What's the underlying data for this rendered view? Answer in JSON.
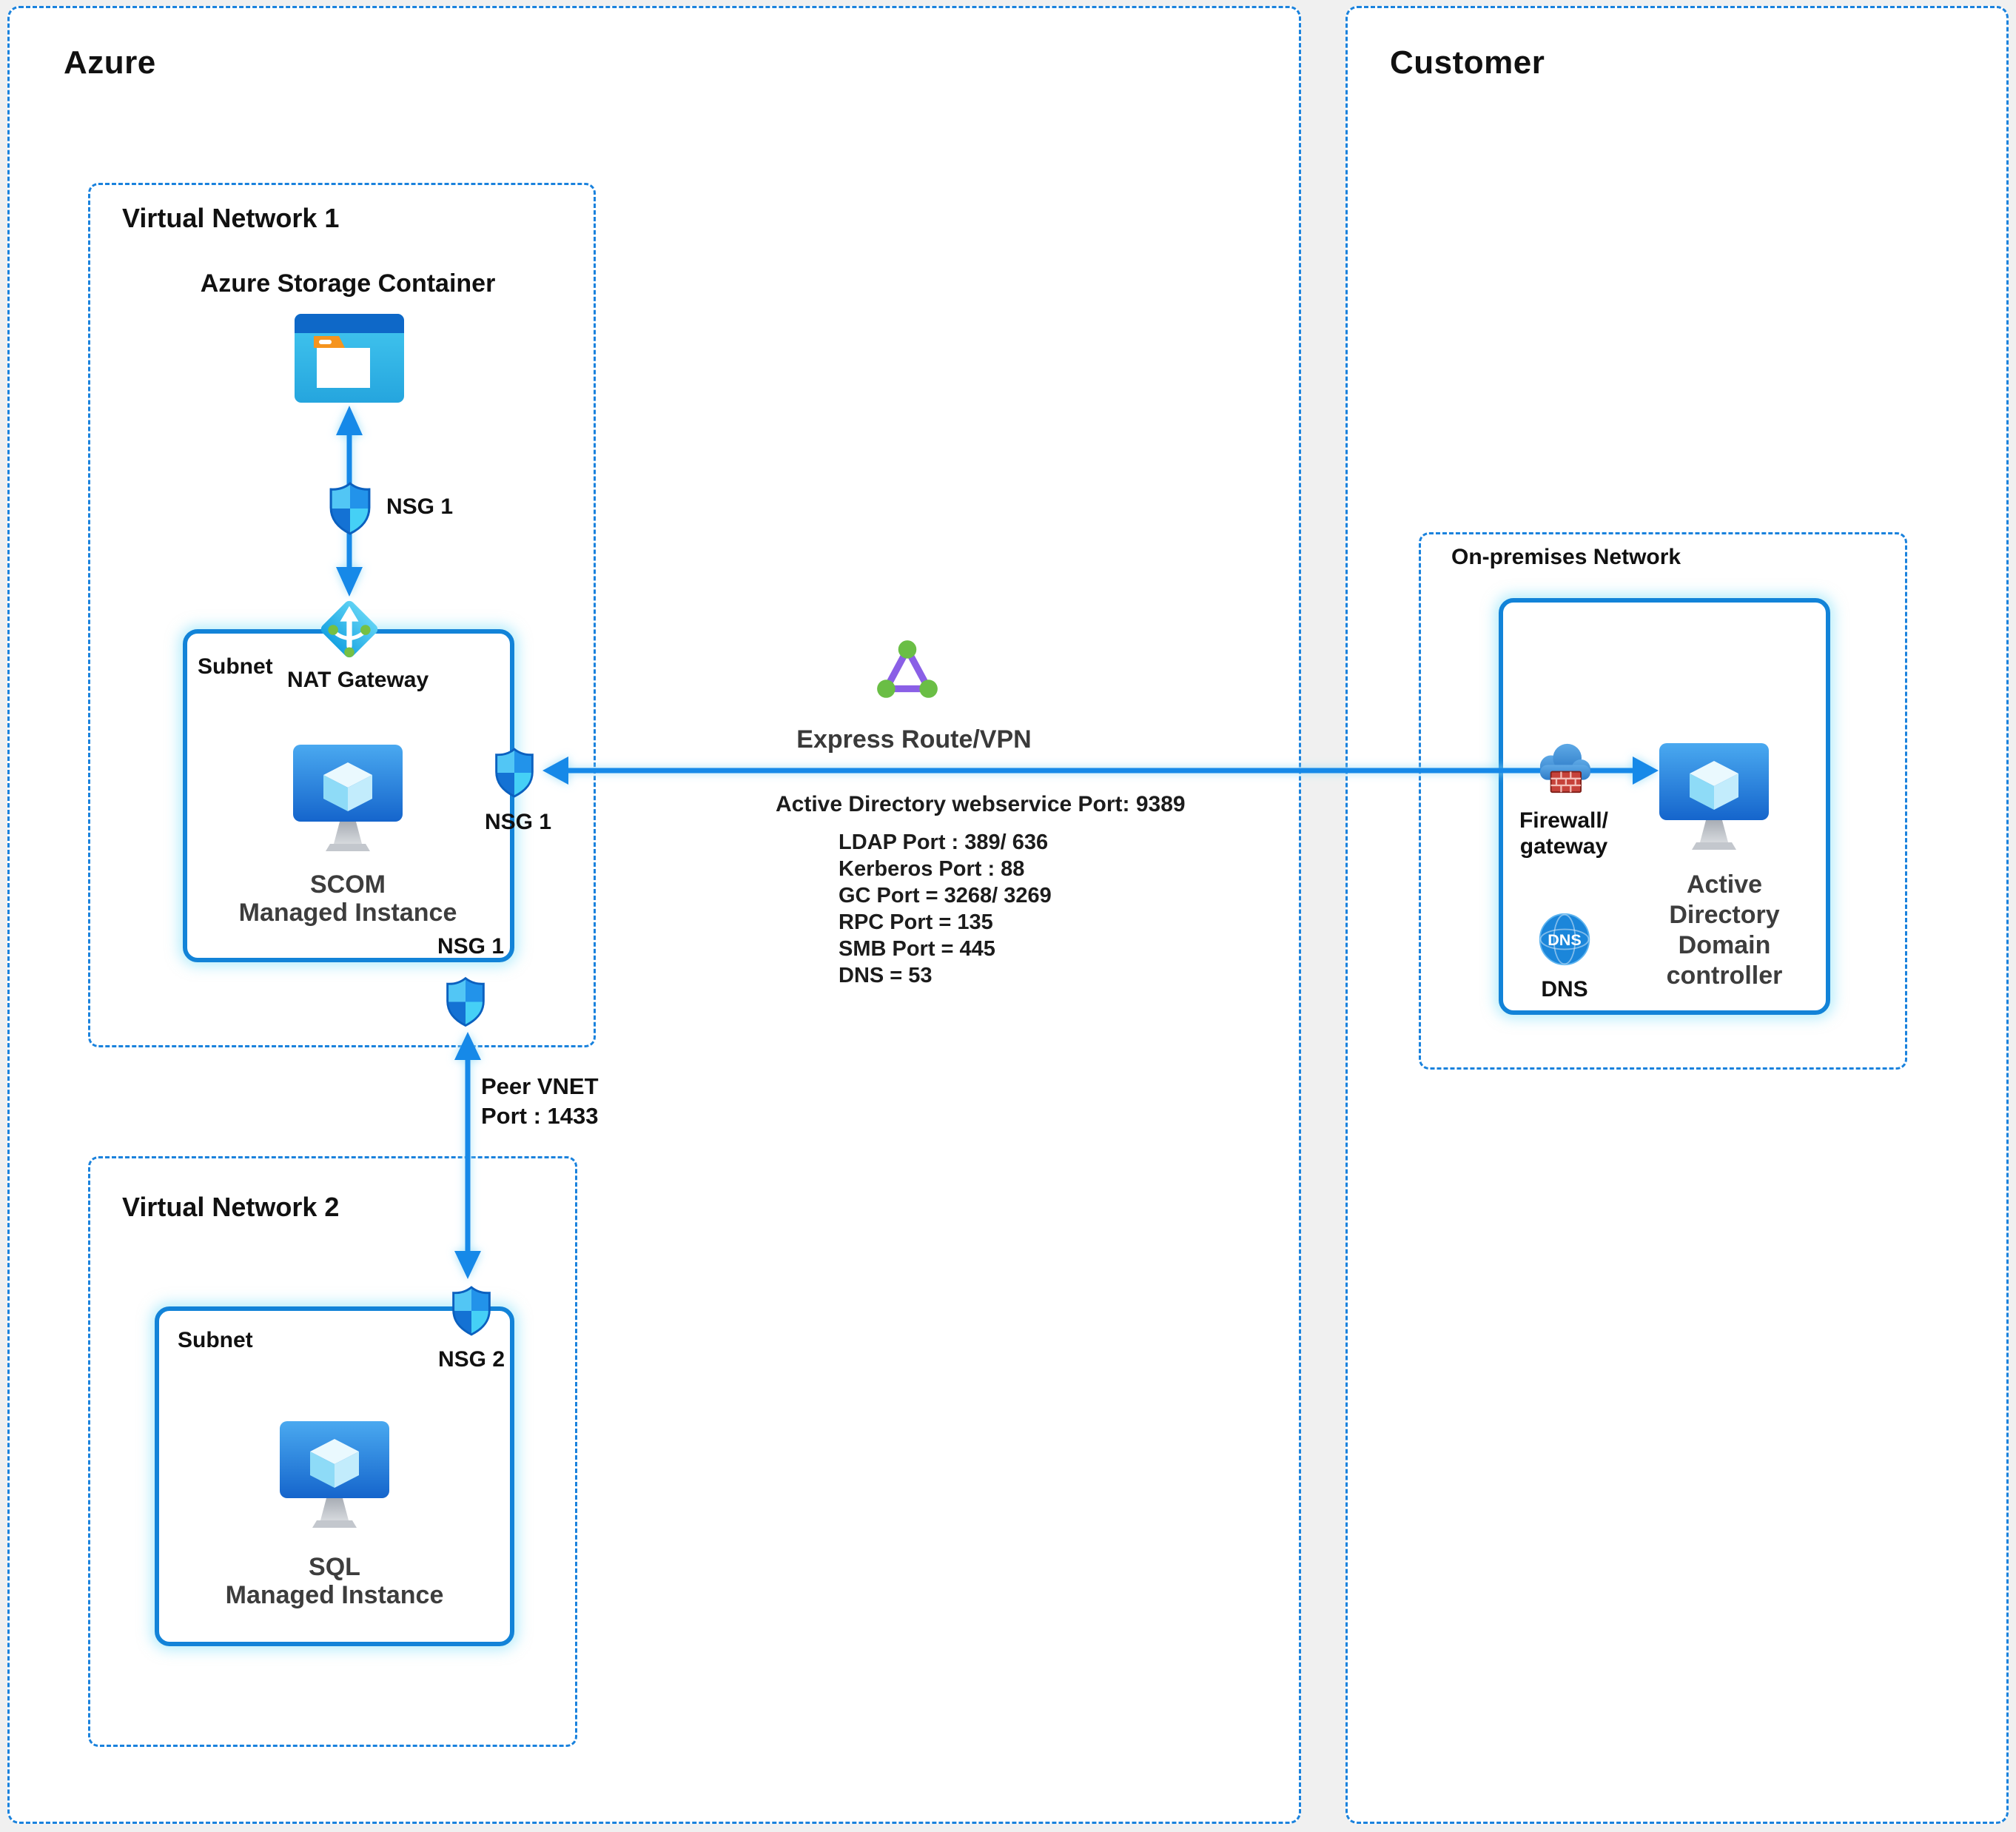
{
  "azure_region": {
    "title": "Azure"
  },
  "customer_region": {
    "title": "Customer"
  },
  "vnet1": {
    "title": "Virtual Network 1",
    "storage_label": "Azure Storage Container",
    "nsg_top_label": "NSG 1",
    "subnet_label": "Subnet",
    "nat_gateway_label": "NAT Gateway",
    "scom_label_line1": "SCOM",
    "scom_label_line2": "Managed Instance",
    "nsg_right_label": "NSG 1",
    "nsg_bottom_label": "NSG 1"
  },
  "peering": {
    "label_line1": "Peer VNET",
    "label_line2": "Port : 1433"
  },
  "vnet2": {
    "title": "Virtual Network 2",
    "subnet_label": "Subnet",
    "nsg_label": "NSG 2",
    "sql_label_line1": "SQL",
    "sql_label_line2": "Managed Instance"
  },
  "express_route": {
    "title": "Express Route/VPN",
    "subtitle": "Active Directory webservice Port: 9389",
    "ports": [
      "LDAP Port : 389/ 636",
      "Kerberos Port : 88",
      "GC Port = 3268/ 3269",
      "RPC Port = 135",
      "SMB Port = 445",
      "DNS = 53"
    ]
  },
  "on_premises": {
    "title": "On-premises Network",
    "firewall_label_line1": "Firewall/",
    "firewall_label_line2": "gateway",
    "dns_icon_text": "DNS",
    "dns_label": "DNS",
    "ad_label_lines": [
      "Active",
      "Directory",
      "Domain",
      "controller"
    ]
  },
  "colors": {
    "background": "#f0f0f0",
    "panel_white": "#ffffff",
    "dashed_border_blue": "#1a82dd",
    "solid_border_blue": "#1283d8",
    "arrow_blue": "#1989e8",
    "express_triangle_purple": "#8a5fe6",
    "express_node_green": "#6abe45",
    "firewall_red": "#c0392b",
    "glow_cyan": "#9adef7"
  }
}
